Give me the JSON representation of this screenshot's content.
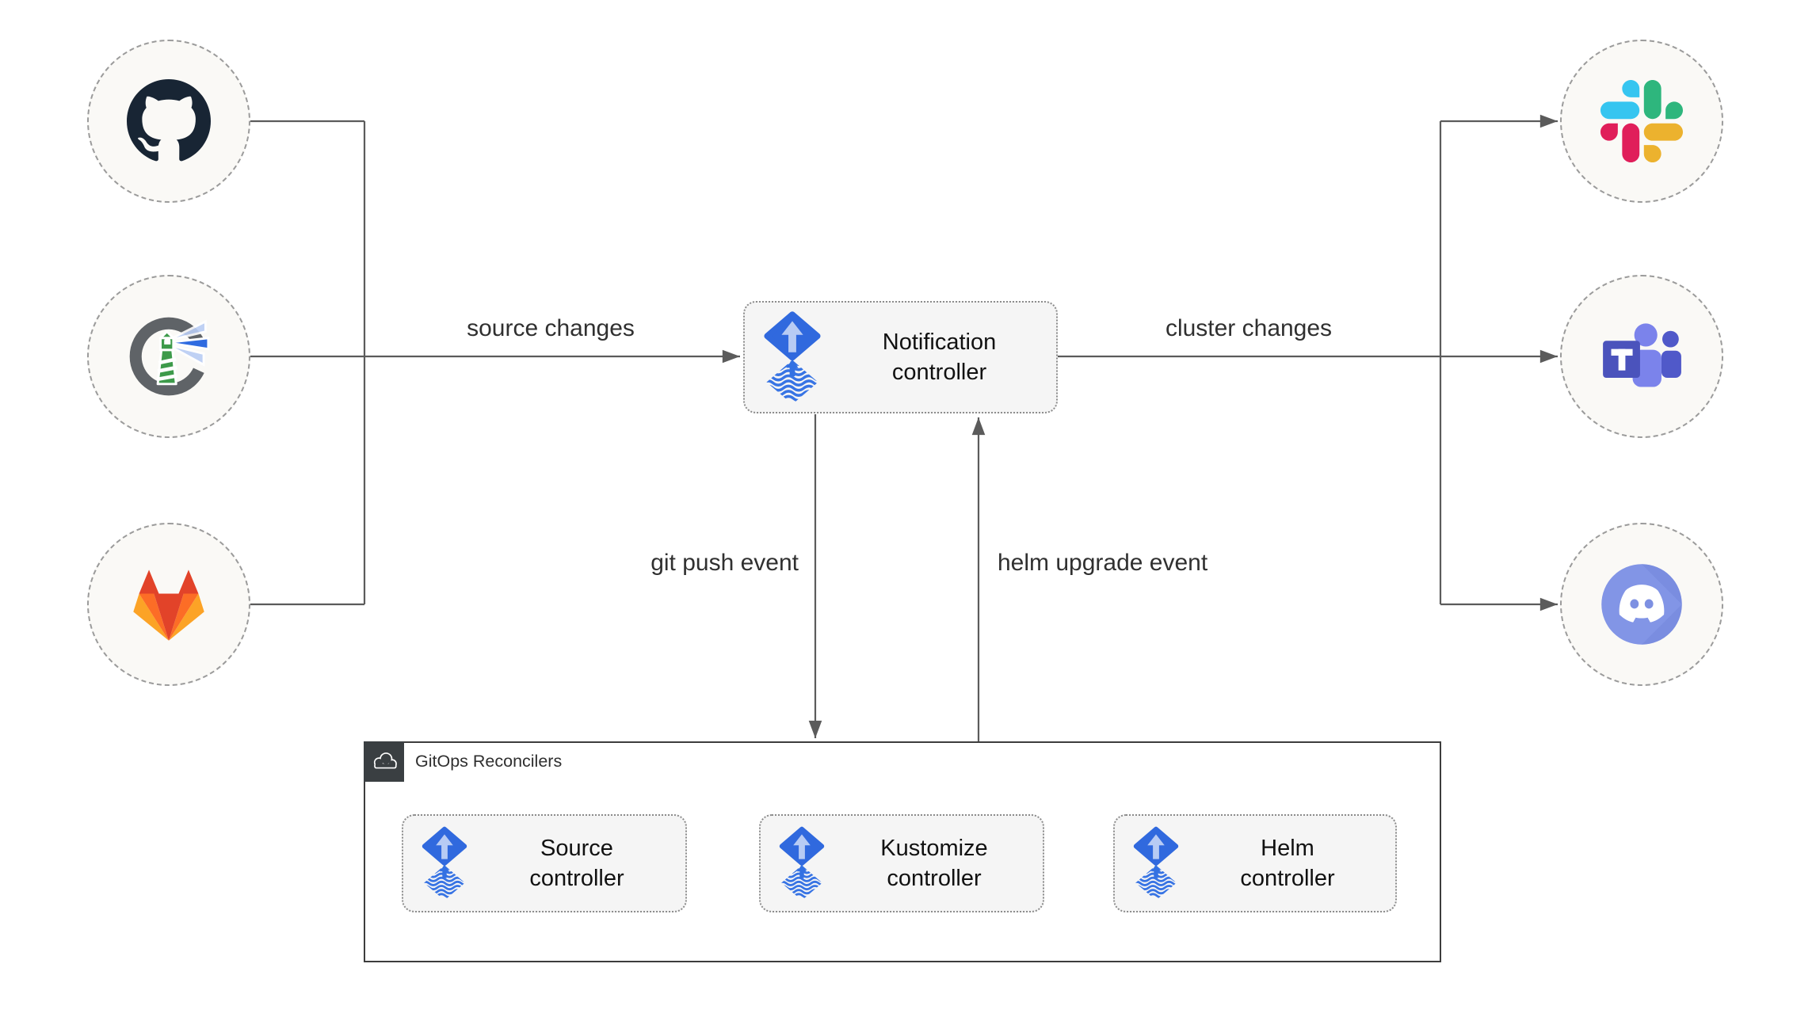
{
  "nodes": {
    "sources": [
      {
        "icon": "github-icon"
      },
      {
        "icon": "harbor-icon"
      },
      {
        "icon": "gitlab-icon"
      }
    ],
    "notification_controller": {
      "label": "Notification controller",
      "icon": "flux-icon"
    },
    "providers": [
      {
        "icon": "slack-icon"
      },
      {
        "icon": "teams-icon"
      },
      {
        "icon": "discord-icon"
      }
    ]
  },
  "edges": {
    "source_changes": "source changes",
    "cluster_changes": "cluster changes",
    "git_push_event": "git push event",
    "helm_upgrade_event": "helm upgrade event"
  },
  "reconcilers": {
    "title": "GitOps Reconcilers",
    "badge_icon": "cloud-icon",
    "controllers": [
      {
        "label": "Source controller",
        "icon": "flux-icon"
      },
      {
        "label": "Kustomize controller",
        "icon": "flux-icon"
      },
      {
        "label": "Helm controller",
        "icon": "flux-icon"
      }
    ]
  },
  "colors": {
    "background": "#ffffff",
    "connector": "#5b5b5b",
    "node_fill": "#f5f5f5",
    "node_border": "#8c8c8c",
    "circle_fill": "#faf9f6",
    "circle_border": "#9b9b9b",
    "container_border": "#3d3d3d",
    "badge_background": "#3a3f42",
    "label_text": "#303030",
    "flux_blue": "#3069de",
    "flux_arrow_light": "#b7cbf4",
    "gitlab_red": "#e24329",
    "gitlab_orange": "#fc6d26",
    "gitlab_yellow": "#fca326",
    "slack_blue": "#36c5f0",
    "slack_green": "#2eb67d",
    "slack_yellow": "#ecb22e",
    "slack_red": "#e01e5a",
    "teams_purple": "#4b53bc",
    "teams_light_purple": "#7b83eb",
    "teams_mid_purple": "#5059c9",
    "discord_blurple": "#7d90e2",
    "harbor_green": "#3d9a4a",
    "harbor_ring_gray": "#5f6367",
    "harbor_beam_blue": "#2f6be0",
    "harbor_beam_light": "#b9cdf4",
    "github_dark": "#182534"
  }
}
